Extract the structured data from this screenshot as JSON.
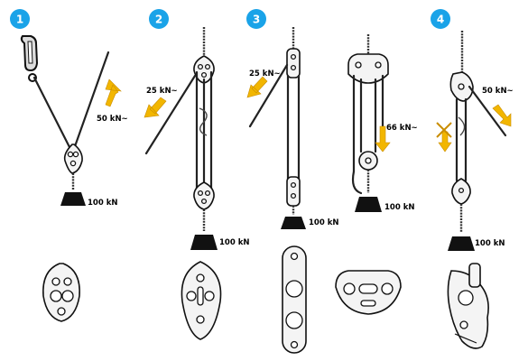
{
  "colors": {
    "badge": "#1aa3e8",
    "arrow": "#f2b600",
    "ink": "#111111"
  },
  "panels": [
    {
      "number": "1",
      "labels": {
        "rope_force": "50 kN~",
        "load": "100 kN"
      }
    },
    {
      "number": "2",
      "labels": {
        "rope_force": "25 kN~",
        "load": "100 kN"
      }
    },
    {
      "number": "3",
      "labels": {
        "rope_force_left": "25 kN~",
        "rope_force_right": "66 kN~",
        "load": "100 kN"
      }
    },
    {
      "number": "4",
      "labels": {
        "rope_force": "50 kN~",
        "load": "100 kN"
      }
    }
  ],
  "icons": [
    "carabiner-icon",
    "arrow-up-icon",
    "arrow-down-icon",
    "pulley-icon",
    "crossed-arrows-icon",
    "load-weight-icon"
  ]
}
